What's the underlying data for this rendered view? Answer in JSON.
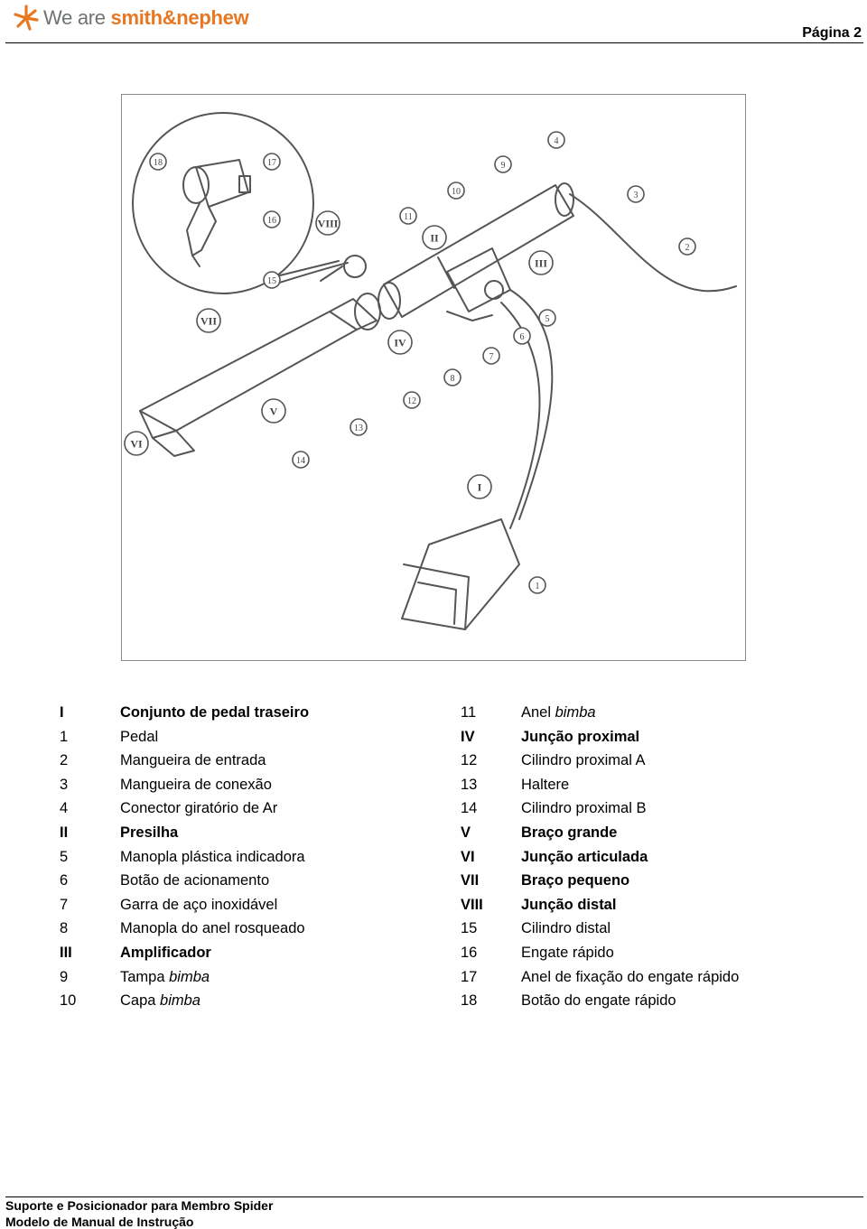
{
  "header": {
    "logo_we": "We are",
    "logo_brand": "smith&nephew",
    "page_label": "Página 2"
  },
  "figure": {
    "callouts": [
      "I",
      "II",
      "III",
      "IV",
      "V",
      "VI",
      "VII",
      "VIII",
      "1",
      "2",
      "3",
      "4",
      "5",
      "6",
      "7",
      "8",
      "9",
      "10",
      "11",
      "12",
      "13",
      "14",
      "15",
      "16",
      "17",
      "18"
    ]
  },
  "legend_left": [
    {
      "code": "I",
      "label": "Conjunto de pedal traseiro",
      "bold": true
    },
    {
      "code": "1",
      "label": "Pedal"
    },
    {
      "code": "2",
      "label": "Mangueira de entrada"
    },
    {
      "code": "3",
      "label": "Mangueira de conexão"
    },
    {
      "code": "4",
      "label": "Conector giratório de Ar"
    },
    {
      "code": "II",
      "label": "Presilha",
      "bold": true
    },
    {
      "code": "5",
      "label": "Manopla plástica indicadora"
    },
    {
      "code": "6",
      "label": "Botão de acionamento"
    },
    {
      "code": "7",
      "label": "Garra de aço inoxidável"
    },
    {
      "code": "8",
      "label": "Manopla do anel rosqueado"
    },
    {
      "code": "III",
      "label": "Amplificador",
      "bold": true
    },
    {
      "code": "9",
      "label": "Tampa ",
      "label_italic": "bimba"
    },
    {
      "code": "10",
      "label": "Capa ",
      "label_italic": "bimba"
    }
  ],
  "legend_right": [
    {
      "code": "11",
      "label": "Anel ",
      "label_italic": "bimba"
    },
    {
      "code": "IV",
      "label": "Junção proximal",
      "bold": true
    },
    {
      "code": "12",
      "label": "Cilindro proximal A"
    },
    {
      "code": "13",
      "label": "Haltere"
    },
    {
      "code": "14",
      "label": "Cilindro proximal B"
    },
    {
      "code": "V",
      "label": "Braço grande",
      "bold": true
    },
    {
      "code": "VI",
      "label": "Junção articulada",
      "bold": true
    },
    {
      "code": "VII",
      "label": "Braço pequeno",
      "bold": true
    },
    {
      "code": "VIII",
      "label": "Junção distal",
      "bold": true
    },
    {
      "code": "15",
      "label": "Cilindro distal"
    },
    {
      "code": "16",
      "label": "Engate rápido"
    },
    {
      "code": "17",
      "label": "Anel de fixação do engate rápido"
    },
    {
      "code": "18",
      "label": "Botão do engate rápido"
    }
  ],
  "footer": {
    "line1": "Suporte e Posicionador para Membro Spider",
    "line2": "Modelo de Manual de Instrução"
  },
  "colors": {
    "brand_orange": "#e87722",
    "logo_grey": "#6f7274",
    "drawing_line": "#555555"
  }
}
